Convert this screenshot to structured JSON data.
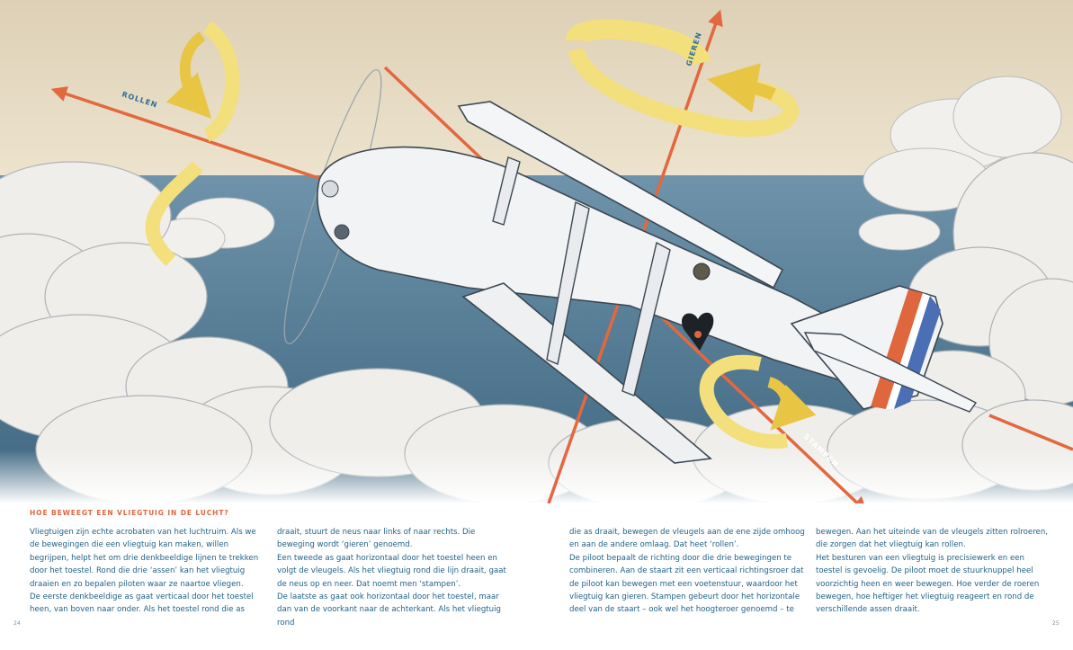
{
  "illustration": {
    "labels": {
      "rollen": "ROLLEN",
      "gieren": "GIEREN",
      "stampen": "STAMPEN"
    },
    "colors": {
      "sky_top": "#e9dcc4",
      "sea": "#4f7893",
      "cloud": "#efeeeb",
      "arrow": "#e2683f",
      "ribbon": "#f3df7c",
      "plane": "#f2f3f5",
      "flag_red": "#e0663d",
      "flag_blue": "#4a6fb5"
    }
  },
  "article": {
    "heading": "HOE BEWEEGT EEN VLIEGTUIG IN DE LUCHT?",
    "columns": [
      [
        "Vliegtuigen zijn echte acrobaten van het luchtruim. Als we de bewegingen die een vliegtuig kan maken, willen begrijpen, helpt het om drie denkbeeldige lijnen te trekken door het toestel. Rond die drie ‘assen’ kan het vliegtuig draaien en zo bepalen piloten waar ze naartoe vliegen.",
        "De eerste denkbeeldige as gaat verticaal door het toestel heen, van boven naar onder. Als het toestel rond die as"
      ],
      [
        "draait, stuurt de neus naar links of naar rechts. Die beweging wordt ‘gieren’ genoemd.",
        "Een tweede as gaat horizontaal door het toestel heen en volgt de vleugels. Als het vliegtuig rond die lijn draait, gaat de neus op en neer. Dat noemt men ‘stampen’.",
        "De laatste as gaat ook horizontaal door het toestel, maar dan van de voorkant naar de achterkant. Als het vliegtuig rond"
      ],
      [
        "die as draait, bewegen de vleugels aan de ene zijde omhoog en aan de andere omlaag. Dat heet ‘rollen’.",
        "De piloot bepaalt de richting door die drie bewegingen te combineren. Aan de staart zit een verticaal richtingsroer dat de piloot kan bewegen met een voetenstuur, waardoor het vliegtuig kan gieren. Stampen gebeurt door het horizontale deel van de staart – ook wel het hoogteroer genoemd – te"
      ],
      [
        "bewegen. Aan het uiteinde van de vleugels zitten rolroeren, die zorgen dat het vliegtuig kan rollen.",
        "Het besturen van een vliegtuig is precisiewerk en een toestel is gevoelig. De piloot moet de stuurknuppel heel voorzichtig heen en weer bewegen. Hoe verder de roeren bewegen, hoe heftiger het vliegtuig reageert en rond de verschillende assen draait."
      ]
    ],
    "page_left": "24",
    "page_right": "25"
  }
}
